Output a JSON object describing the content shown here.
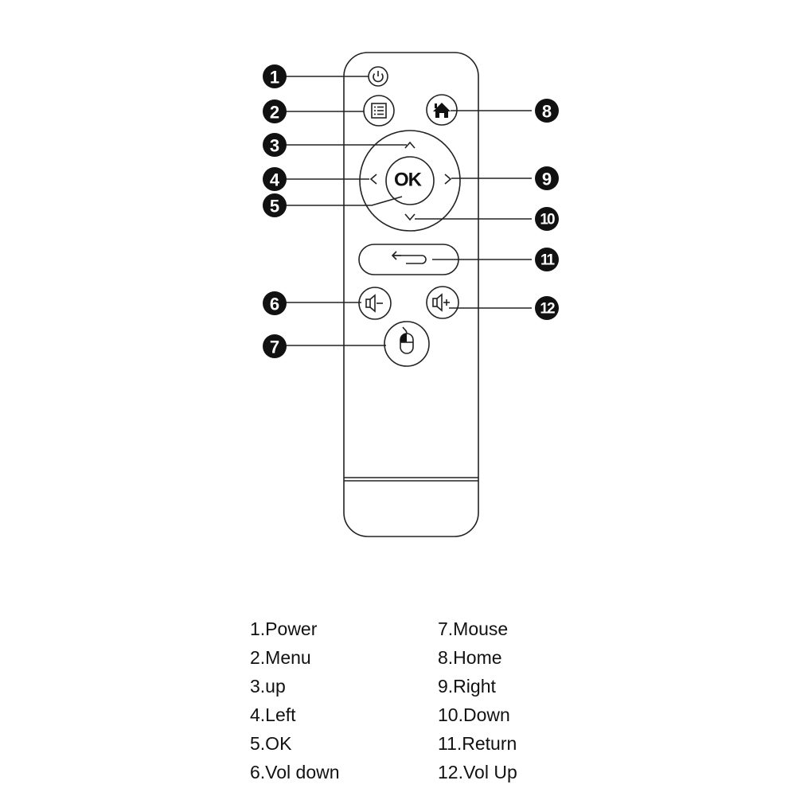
{
  "title": "Remote control button diagram",
  "buttons": {
    "power": {
      "number": "1",
      "icon": "power-icon"
    },
    "menu": {
      "number": "2",
      "icon": "menu-icon"
    },
    "up": {
      "number": "3",
      "icon": "chevron-up-icon"
    },
    "left": {
      "number": "4",
      "icon": "chevron-left-icon"
    },
    "ok": {
      "number": "5",
      "label": "OK"
    },
    "vol_down": {
      "number": "6",
      "icon": "volume-down-icon"
    },
    "mouse": {
      "number": "7",
      "icon": "mouse-icon"
    },
    "home": {
      "number": "8",
      "icon": "home-icon"
    },
    "right": {
      "number": "9",
      "icon": "chevron-right-icon"
    },
    "down": {
      "number": "10",
      "icon": "chevron-down-icon"
    },
    "return": {
      "number": "11",
      "icon": "return-arrow-icon"
    },
    "vol_up": {
      "number": "12",
      "icon": "volume-up-icon"
    }
  },
  "legend": {
    "left": [
      "1.Power",
      "2.Menu",
      "3.up",
      "4.Left",
      "5.OK",
      "6.Vol down"
    ],
    "right": [
      "7.Mouse",
      "8.Home",
      "9.Right",
      "10.Down",
      "11.Return",
      "12.Vol Up"
    ]
  }
}
